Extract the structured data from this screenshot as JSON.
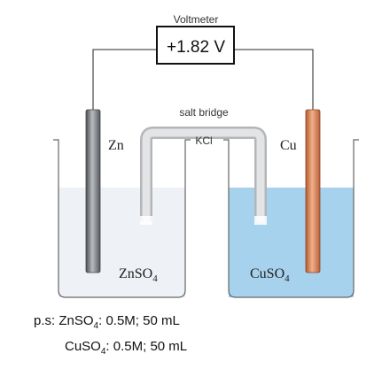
{
  "voltmeter": {
    "label": "Voltmeter",
    "reading": "+1.82 V"
  },
  "salt_bridge": {
    "label": "salt bridge",
    "electrolyte": "KCl"
  },
  "left_cell": {
    "electrode": "Zn",
    "solution_main": "ZnSO",
    "solution_sub": "4",
    "solution_color": "#eef1f5",
    "electrode_color": "#7b7f86"
  },
  "right_cell": {
    "electrode": "Cu",
    "solution_main": "CuSO",
    "solution_sub": "4",
    "solution_color": "#a7d2ee",
    "electrode_color": "#d9825a"
  },
  "notes": {
    "line1_prefix": "p.s: ",
    "line1_main": "ZnSO",
    "line1_sub": "4",
    "line1_rest": ": 0.5M; 50 mL",
    "line2_main": "CuSO",
    "line2_sub": "4",
    "line2_rest": ": 0.5M; 50 mL"
  }
}
